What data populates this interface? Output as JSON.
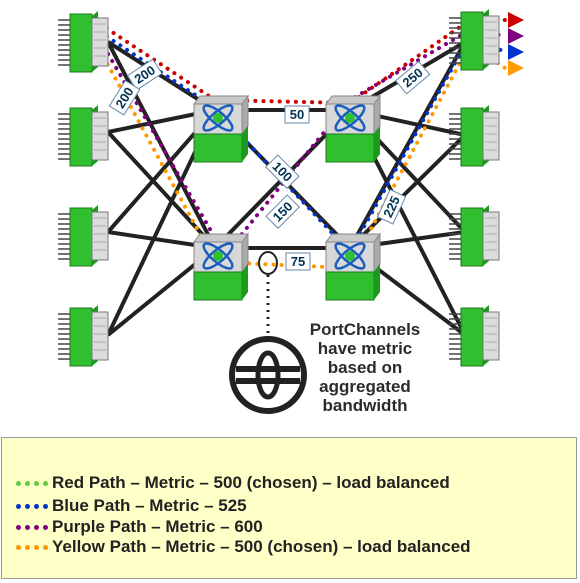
{
  "links": {
    "metric_a": "200",
    "metric_b": "200",
    "metric_c": "50",
    "metric_d": "100",
    "metric_e": "150",
    "metric_f": "75",
    "metric_g": "250",
    "metric_h": "225"
  },
  "note": {
    "line1": "PortChannels",
    "line2": "have metric",
    "line3": "based on",
    "line4": "aggregated",
    "line5": "bandwidth"
  },
  "colors": {
    "red": "#cc0000",
    "blue": "#0033cc",
    "purple": "#800080",
    "orange": "#ff9900",
    "green": "#66cc44",
    "legend_bg": "#ffffc8"
  },
  "legend": [
    {
      "text": "Red Path – Metric – 500 (chosen) – load balanced",
      "dot_color": "#66cc44"
    },
    {
      "text": "Blue Path – Metric – 525",
      "dot_color": "#0033cc"
    },
    {
      "text": "Purple Path – Metric – 600",
      "dot_color": "#800080"
    },
    {
      "text": "Yellow Path – Metric – 500 (chosen) – load balanced",
      "dot_color": "#ff9900"
    }
  ]
}
